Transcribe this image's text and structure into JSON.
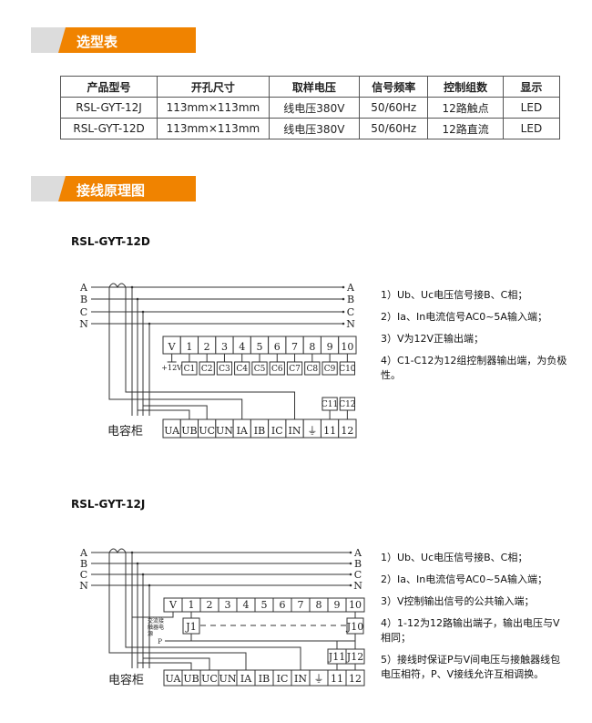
{
  "section1": {
    "title": "选型表"
  },
  "table": {
    "headers": [
      "产品型号",
      "开孔尺寸",
      "取样电压",
      "信号频率",
      "控制组数",
      "显示"
    ],
    "rows": [
      [
        "RSL-GYT-12J",
        "113mm×113mm",
        "线电压380V",
        "50/60Hz",
        "12路触点",
        "LED"
      ],
      [
        "RSL-GYT-12D",
        "113mm×113mm",
        "线电压380V",
        "50/60Hz",
        "12路直流",
        "LED"
      ]
    ]
  },
  "section2": {
    "title": "接线原理图"
  },
  "phases": [
    "A",
    "B",
    "C",
    "N"
  ],
  "top_cells": [
    "V",
    "1",
    "2",
    "3",
    "4",
    "5",
    "6",
    "7",
    "8",
    "9",
    "10"
  ],
  "bottom_cells": [
    "UA",
    "UB",
    "UC",
    "UN",
    "IA",
    "IB",
    "IC",
    "IN",
    "⏚",
    "11",
    "12"
  ],
  "cabinet_label": "电容柜",
  "diagram_d": {
    "model": "RSL-GYT-12D",
    "plus12v": "+12V",
    "c_cells": [
      "C1",
      "C2",
      "C3",
      "C4",
      "C5",
      "C6",
      "C7",
      "C8",
      "C9",
      "C10"
    ],
    "c_extra": [
      "C11",
      "C12"
    ],
    "notes": [
      "1）Ub、Uc电压信号接B、C相；",
      "2）Ia、In电流信号AC0~5A输入端；",
      "3）V为12V正输出端；",
      "4）C1-C12为12组控制器输出端，为负极性。"
    ]
  },
  "diagram_j": {
    "model": "RSL-GYT-12J",
    "j1": "J1",
    "j10": "J10",
    "j11": "J11",
    "j12": "J12",
    "p_label": "P",
    "coil_label": "交流接触器电源",
    "notes": [
      "1）Ub、Uc电压信号接B、C相；",
      "2）Ia、In电流信号AC0~5A输入端；",
      "3）V控制输出信号的公共输入端；",
      "4）1-12为12路输出端子，输出电压与V相同；",
      "5）接线时保证P与V间电压与接触器线包电压相符，P、V接线允许互相调换。"
    ]
  }
}
